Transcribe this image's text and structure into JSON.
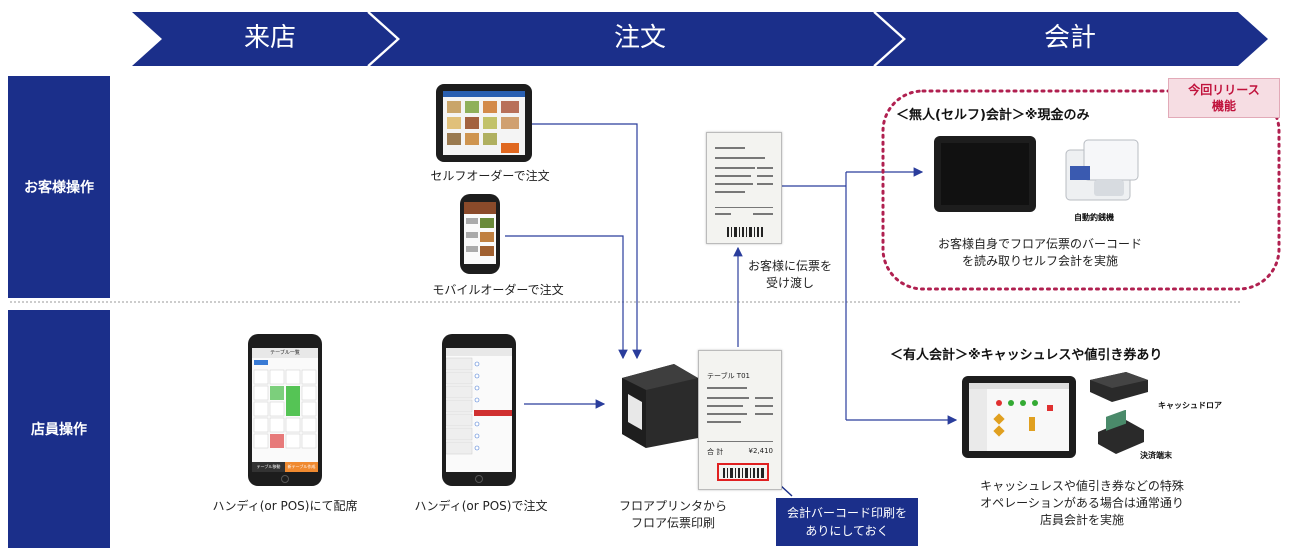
{
  "header": {
    "steps": [
      {
        "label": "来店"
      },
      {
        "label": "注文"
      },
      {
        "label": "会計"
      }
    ]
  },
  "rows": {
    "customer": "お客様操作",
    "staff": "店員操作"
  },
  "order": {
    "self_order_caption": "セルフオーダーで注文",
    "mobile_order_caption": "モバイルオーダーで注文",
    "handy_seat_caption": "ハンディ(or POS)にて配席",
    "handy_order_caption": "ハンディ(or POS)で注文",
    "printer_caption": [
      "フロアプリンタから",
      "フロア伝票印刷"
    ],
    "barcode_callout": [
      "会計バーコード印刷を",
      "ありにしておく"
    ],
    "handover_caption": [
      "お客様に伝票を",
      "受け渡し"
    ]
  },
  "receipt": {
    "table": "テーブル T01",
    "total_label": "合 計",
    "total_value": "¥2,410"
  },
  "phone_screen": {
    "title": "テーブル一覧",
    "btn_left": "テーブル移動",
    "btn_right": "新テーブル作成"
  },
  "checkout": {
    "release_badge": [
      "今回リリース",
      "機能"
    ],
    "self_heading": "＜無人(セルフ)会計＞※現金のみ",
    "self_machine_label": "自動釣銭機",
    "self_caption": [
      "お客様自身でフロア伝票のバーコード",
      "を読み取りセルフ会計を実施"
    ],
    "staff_heading": "＜有人会計＞※キャッシュレスや値引き券あり",
    "cash_drawer_label": "キャッシュドロア",
    "payment_terminal_label": "決済端末",
    "staff_caption": [
      "キャッシュレスや値引き券などの特殊",
      "オペレーションがある場合は通常通り",
      "店員会計を実施"
    ]
  },
  "colors": {
    "navy": "#1b2f8a",
    "arrow": "#2a3d9c",
    "dotted_border": "#b02050",
    "badge_bg": "#f6dde3"
  }
}
